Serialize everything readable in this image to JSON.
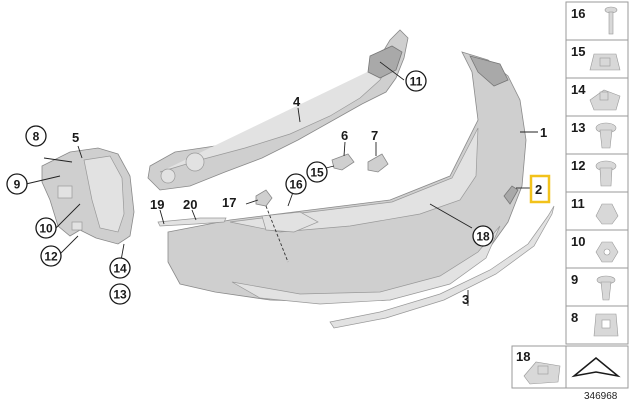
{
  "labels": {
    "l1": "1",
    "l2": "2",
    "l3": "3",
    "l4": "4",
    "l5": "5",
    "l6": "6",
    "l7": "7",
    "l8": "8",
    "l9": "9",
    "l10": "10",
    "l11": "11",
    "l12": "12",
    "l13": "13",
    "l14": "14",
    "l15": "15",
    "l16": "16",
    "l17": "17",
    "l18": "18",
    "l19": "19",
    "l20": "20"
  },
  "side_panel": {
    "items": [
      "16",
      "15",
      "14",
      "13",
      "12",
      "11",
      "10",
      "9",
      "8"
    ],
    "bottom_left": "18"
  },
  "reference_number": "346968",
  "colors": {
    "highlight": "#f2c21b",
    "part_fill": "#cfcfcf",
    "line": "#222222"
  }
}
